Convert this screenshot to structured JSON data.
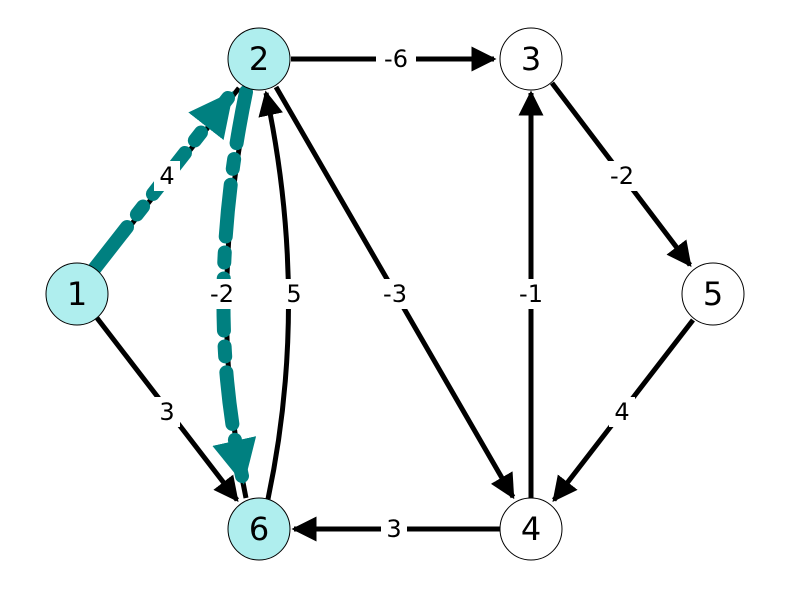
{
  "graph": {
    "directed": true,
    "colors": {
      "highlight_node_fill": "#afeeee",
      "default_node_fill": "#ffffff",
      "edge": "#000000",
      "highlight_path": "#008080"
    },
    "nodes": [
      {
        "id": "1",
        "label": "1",
        "highlighted": true
      },
      {
        "id": "2",
        "label": "2",
        "highlighted": true
      },
      {
        "id": "3",
        "label": "3",
        "highlighted": false
      },
      {
        "id": "4",
        "label": "4",
        "highlighted": false
      },
      {
        "id": "5",
        "label": "5",
        "highlighted": false
      },
      {
        "id": "6",
        "label": "6",
        "highlighted": true
      }
    ],
    "edges": [
      {
        "from": "1",
        "to": "2",
        "weight": "4",
        "highlighted": true
      },
      {
        "from": "1",
        "to": "6",
        "weight": "3",
        "highlighted": false
      },
      {
        "from": "2",
        "to": "3",
        "weight": "-6",
        "highlighted": false
      },
      {
        "from": "2",
        "to": "4",
        "weight": "-3",
        "highlighted": false
      },
      {
        "from": "2",
        "to": "6",
        "weight": "-2",
        "highlighted": true
      },
      {
        "from": "6",
        "to": "2",
        "weight": "5",
        "highlighted": false
      },
      {
        "from": "3",
        "to": "5",
        "weight": "-2",
        "highlighted": false
      },
      {
        "from": "4",
        "to": "3",
        "weight": "-1",
        "highlighted": false
      },
      {
        "from": "5",
        "to": "4",
        "weight": "4",
        "highlighted": false
      },
      {
        "from": "4",
        "to": "6",
        "weight": "3",
        "highlighted": false
      }
    ]
  }
}
